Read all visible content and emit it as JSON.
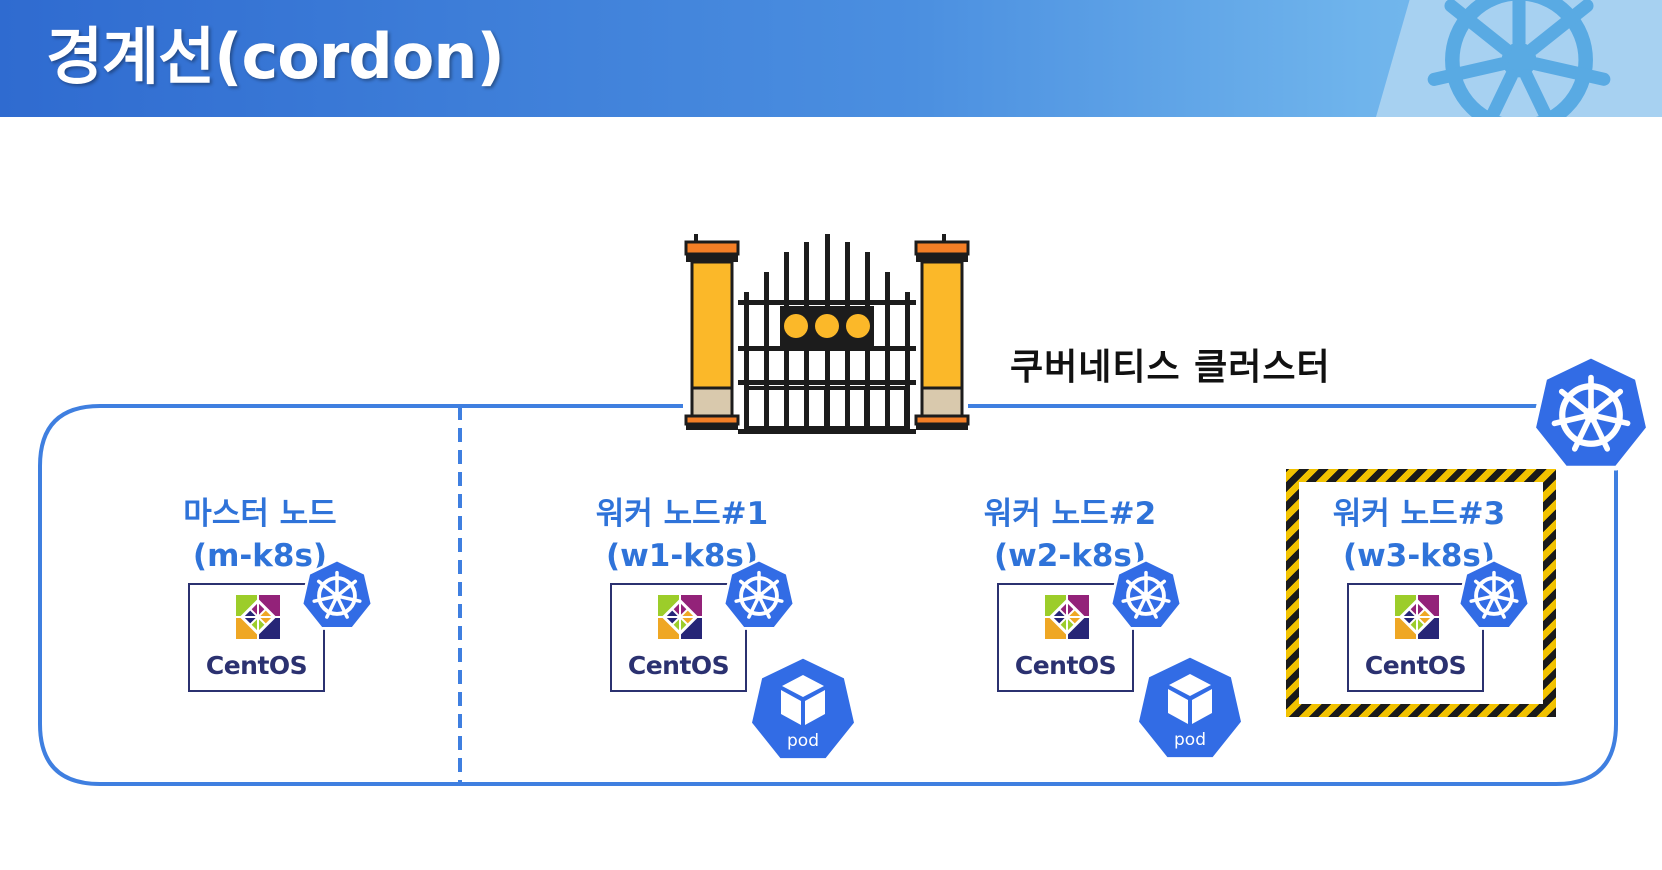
{
  "header": {
    "title": "경계선(cordon)"
  },
  "cluster": {
    "label": "쿠버네티스 클러스터"
  },
  "nodes": [
    {
      "name": "마스터 노드",
      "host": "(m-k8s)",
      "os": "CentOS",
      "has_pod": false,
      "cordoned": false
    },
    {
      "name": "워커 노드#1",
      "host": "(w1-k8s)",
      "os": "CentOS",
      "has_pod": true,
      "pod_label": "pod",
      "cordoned": false
    },
    {
      "name": "워커 노드#2",
      "host": "(w2-k8s)",
      "os": "CentOS",
      "has_pod": true,
      "pod_label": "pod",
      "cordoned": false
    },
    {
      "name": "워커 노드#3",
      "host": "(w3-k8s)",
      "os": "CentOS",
      "has_pod": false,
      "cordoned": true
    }
  ],
  "icons": {
    "gate": "gate-icon",
    "k8s": "kubernetes-wheel-icon",
    "pod": "pod-cube-icon",
    "centos": "centos-logo-icon"
  },
  "colors": {
    "header_start": "#2f6bd0",
    "header_end": "#7cc0ef",
    "k8s_blue": "#326ce5",
    "label_blue": "#2f73d9",
    "cluster_border": "#3f7fe0",
    "hazard_yellow": "#f2c200",
    "gate_orange": "#fbb829"
  }
}
